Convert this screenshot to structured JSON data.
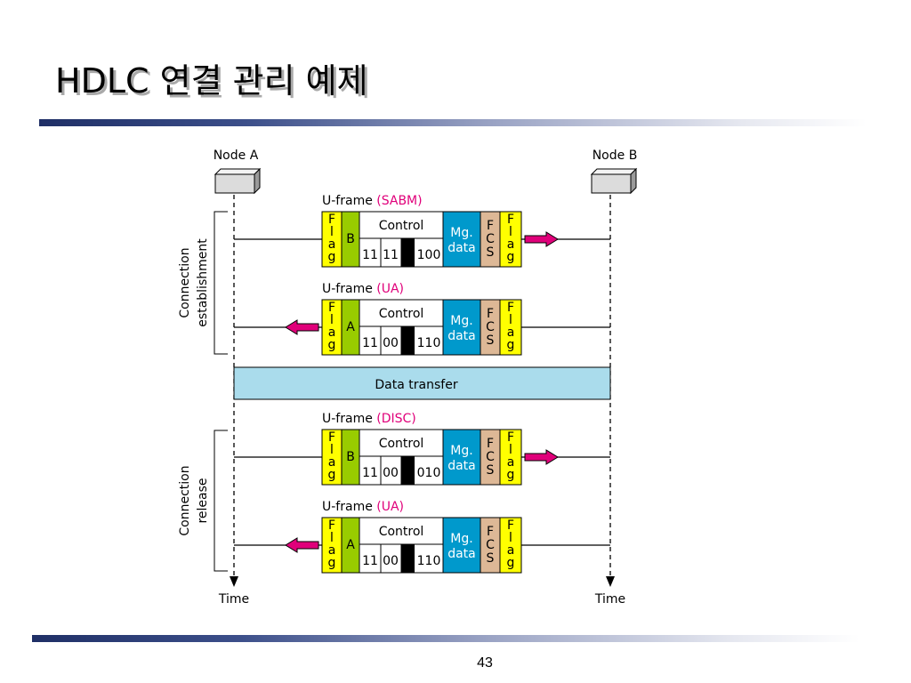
{
  "slide": {
    "title": "HDLC 연결 관리 예제",
    "page_number": "43"
  },
  "diagram": {
    "node_a": "Node A",
    "node_b": "Node B",
    "time_a": "Time",
    "time_b": "Time",
    "phase_establishment": [
      "Connection",
      "establishment"
    ],
    "phase_release": [
      "Connection",
      "release"
    ],
    "data_transfer": "Data transfer",
    "frame_prefix": "U-frame",
    "field_labels": {
      "flag": [
        "F",
        "l",
        "a",
        "g"
      ],
      "control": "Control",
      "mg_data": [
        "Mg.",
        "data"
      ],
      "fcs": [
        "F",
        "C",
        "S"
      ]
    },
    "frames": [
      {
        "type": "(SABM)",
        "address": "B",
        "bits": [
          "11",
          "11",
          "100"
        ],
        "direction": "A to B"
      },
      {
        "type": "(UA)",
        "address": "A",
        "bits": [
          "11",
          "00",
          "110"
        ],
        "direction": "B to A"
      },
      {
        "type": "(DISC)",
        "address": "B",
        "bits": [
          "11",
          "00",
          "010"
        ],
        "direction": "A to B"
      },
      {
        "type": "(UA)",
        "address": "A",
        "bits": [
          "11",
          "00",
          "110"
        ],
        "direction": "B to A"
      }
    ]
  },
  "colors": {
    "flag": "#ffff00",
    "address": "#99cc00",
    "mg_data": "#0099cc",
    "fcs": "#ddb896",
    "data_transfer": "#aadcec",
    "frame_type": "#e0007a",
    "arrow": "#e0007a"
  }
}
